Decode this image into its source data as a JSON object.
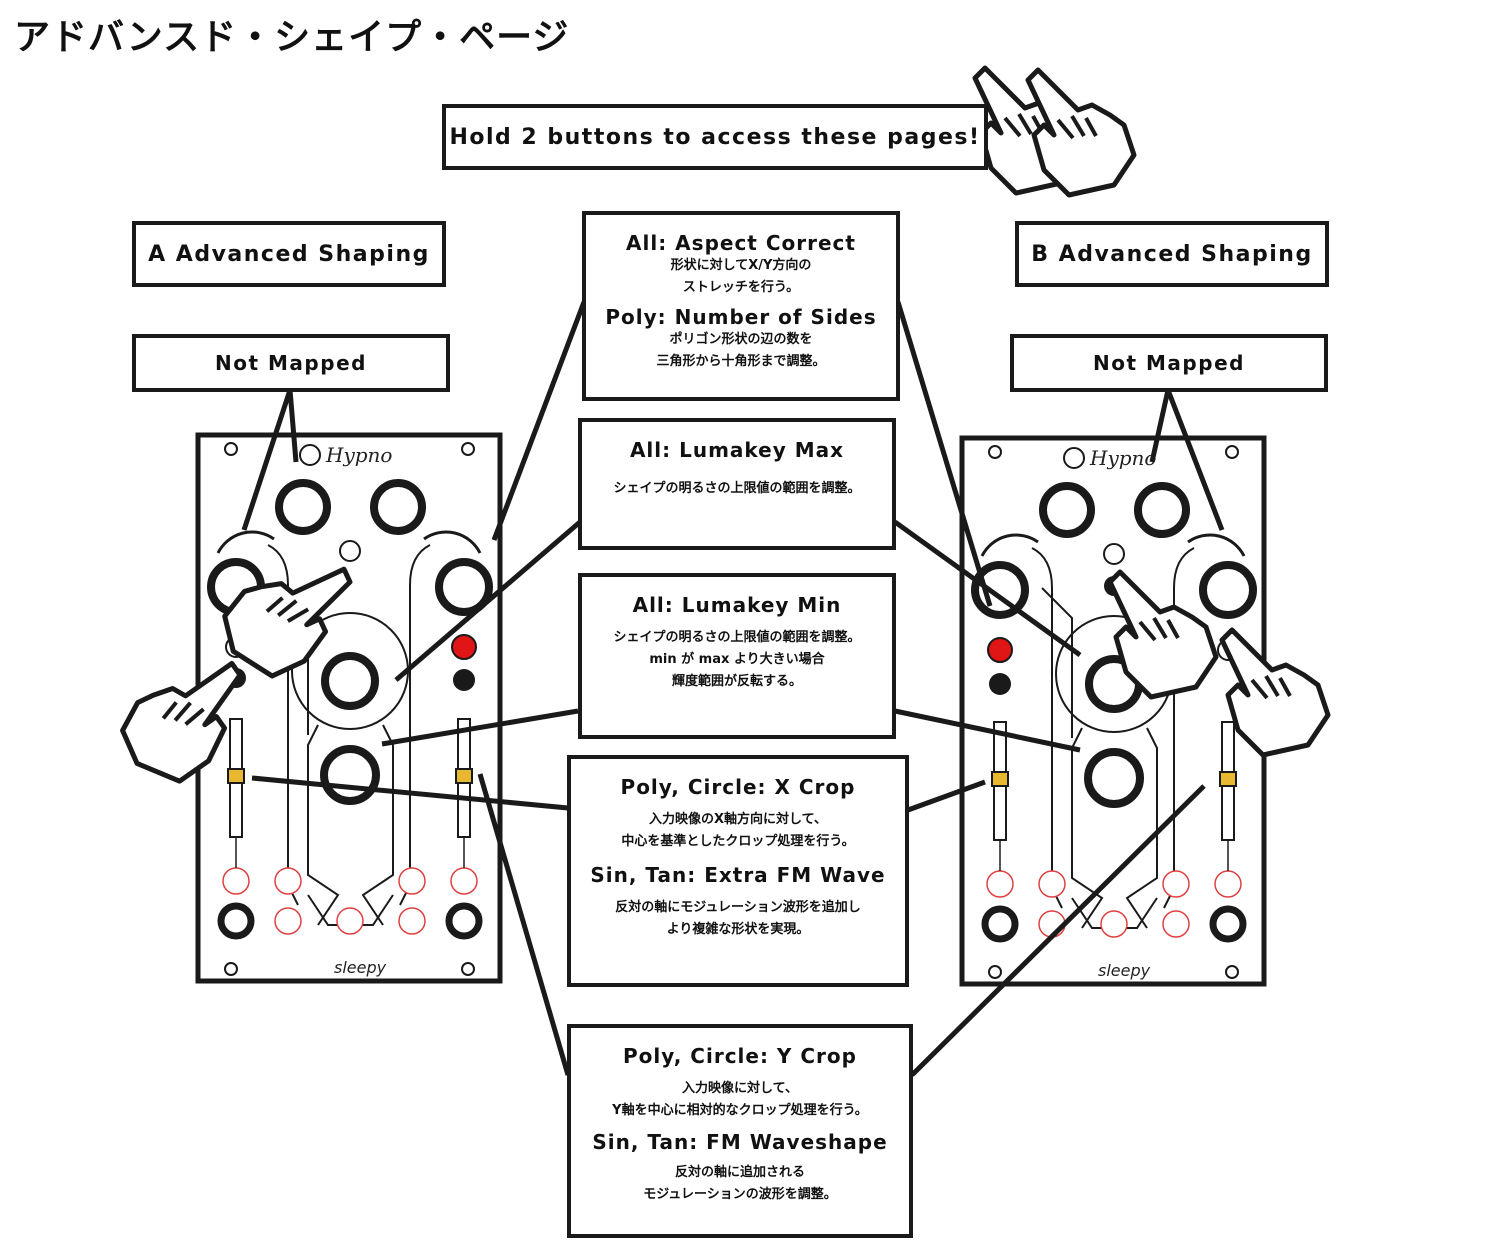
{
  "title": "アドバンスド・シェイプ・ページ",
  "hold_label": "Hold 2 buttons to access these pages!",
  "a_header": "A Advanced Shaping",
  "b_header": "B Advanced Shaping",
  "a_not_mapped": "Not Mapped",
  "b_not_mapped": "Not Mapped",
  "module": {
    "brand": "Hypno",
    "maker": "sleepy"
  },
  "boxes": {
    "aspect": {
      "h1": "All: Aspect Correct",
      "t1a": "形状に対してX/Y方向の",
      "t1b": "ストレッチを行う。",
      "h2": "Poly: Number of Sides",
      "t2a": "ポリゴン形状の辺の数を",
      "t2b": "三角形から十角形まで調整。"
    },
    "lumamax": {
      "h1": "All: Lumakey Max",
      "t1a": "シェイプの明るさの上限値の範囲を調整。"
    },
    "lumamin": {
      "h1": "All: Lumakey Min",
      "t1a": "シェイプの明るさの上限値の範囲を調整。",
      "t1b": "min が max より大きい場合",
      "t1c": "輝度範囲が反転する。"
    },
    "xcrop": {
      "h1": "Poly, Circle: X Crop",
      "t1a": "入力映像のX軸方向に対して、",
      "t1b": "中心を基準としたクロップ処理を行う。",
      "h2": "Sin, Tan: Extra FM Wave",
      "t2a": "反対の軸にモジュレーション波形を追加し",
      "t2b": "より複雑な形状を実現。"
    },
    "ycrop": {
      "h1": "Poly, Circle: Y Crop",
      "t1a": "入力映像に対して、",
      "t1b": "Y軸を中心に相対的なクロップ処理を行う。",
      "h2": "Sin, Tan: FM Waveshape",
      "t2a": "反対の軸に追加される",
      "t2b": "モジュレーションの波形を調整。"
    }
  },
  "colors": {
    "line": "#1a1a1a",
    "button_red": "#e01515",
    "slider_marker": "#e8b830",
    "jack": "#e04040"
  }
}
